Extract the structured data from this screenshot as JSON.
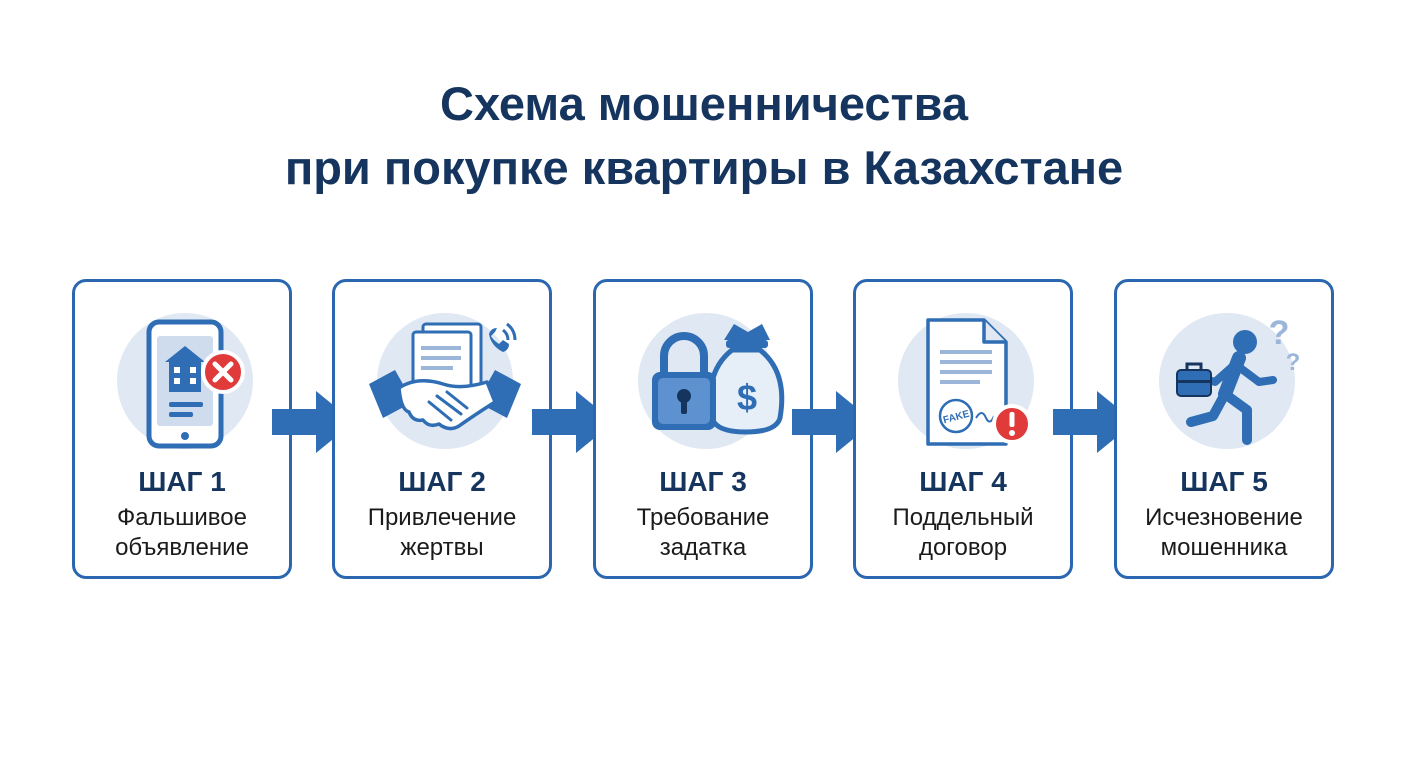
{
  "title": {
    "line1": "Схема мошенничества",
    "line2": "при покупке квартиры в Казахстане"
  },
  "colors": {
    "title": "#15355f",
    "border": "#2a67b0",
    "icon_primary": "#2f6db5",
    "icon_bg": "#dfe8f3",
    "alert_red": "#e03a3a",
    "arrow": "#2f6db5"
  },
  "steps": [
    {
      "label": "ШАГ 1",
      "desc_line1": "Фальшивое",
      "desc_line2": "объявление",
      "icon": "phone-fake-listing-icon"
    },
    {
      "label": "ШАГ 2",
      "desc_line1": "Привлечение",
      "desc_line2": "жертвы",
      "icon": "handshake-icon"
    },
    {
      "label": "ШАГ 3",
      "desc_line1": "Требование",
      "desc_line2": "задатка",
      "icon": "lock-money-bag-icon"
    },
    {
      "label": "ШАГ 4",
      "desc_line1": "Поддельный",
      "desc_line2": "договор",
      "icon": "fake-contract-icon"
    },
    {
      "label": "ШАГ 5",
      "desc_line1": "Исчезновение",
      "desc_line2": "мошенника",
      "icon": "running-man-icon"
    }
  ],
  "icon_texts": {
    "fake_stamp": "FAKE"
  }
}
